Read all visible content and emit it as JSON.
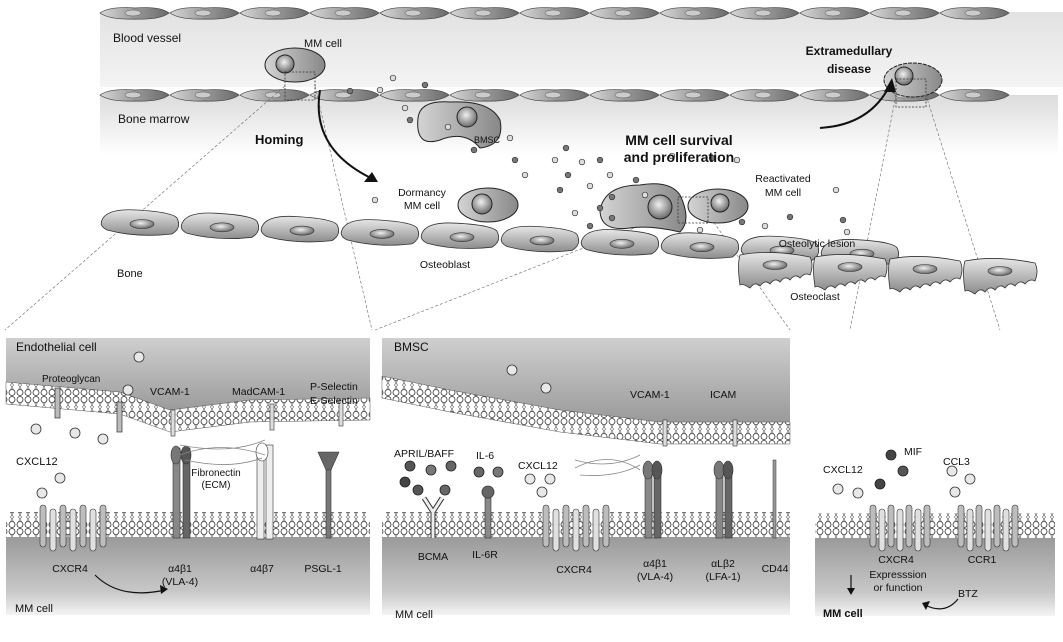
{
  "top_panel": {
    "labels": {
      "blood_vessel": "Blood vessel",
      "mm_cell": "MM cell",
      "bone_marrow": "Bone marrow",
      "homing": "Homing",
      "bmsc": "BMSC",
      "extramedullary_1": "Extramedullary",
      "extramedullary_2": "disease",
      "survival_1": "MM cell survival",
      "survival_2": "and proliferation",
      "dormancy_1": "Dormancy",
      "dormancy_2": "MM cell",
      "reactivated_1": "Reactivated",
      "reactivated_2": "MM cell",
      "osteolytic": "Osteolytic lesion",
      "bone": "Bone",
      "osteoblast": "Osteoblast",
      "osteoclast": "Osteoclast"
    }
  },
  "panel_endothelial": {
    "title": "Endothelial cell",
    "proteoglycan": "Proteoglycan",
    "vcam": "VCAM-1",
    "madcam": "MadCAM-1",
    "pselectin": "P-Selectin",
    "eselectin": "E-Selectin",
    "cxcl12": "CXCL12",
    "fibronectin_1": "Fibronectin",
    "fibronectin_2": "(ECM)",
    "cxcr4": "CXCR4",
    "a4b1_1": "α4β1",
    "a4b1_2": "(VLA-4)",
    "a4b7": "α4β7",
    "psgl": "PSGL-1",
    "mm_cell": "MM cell"
  },
  "panel_bmsc": {
    "title": "BMSC",
    "vcam": "VCAM-1",
    "icam": "ICAM",
    "april": "APRIL/BAFF",
    "il6": "IL-6",
    "cxcl12": "CXCL12",
    "bcma": "BCMA",
    "il6r": "IL-6R",
    "cxcr4": "CXCR4",
    "a4b1_1": "α4β1",
    "a4b1_2": "(VLA-4)",
    "alb2_1": "αLβ2",
    "alb2_2": "(LFA-1)",
    "cd44": "CD44",
    "mm_cell": "MM cell"
  },
  "panel_extramedullary": {
    "cxcl12": "CXCL12",
    "mif": "MIF",
    "ccl3": "CCL3",
    "cxcr4": "CXCR4",
    "ccr1": "CCR1",
    "expr_1": "Expresssion",
    "expr_2": "or function",
    "btz": "BTZ",
    "mm_cell": "MM cell"
  }
}
